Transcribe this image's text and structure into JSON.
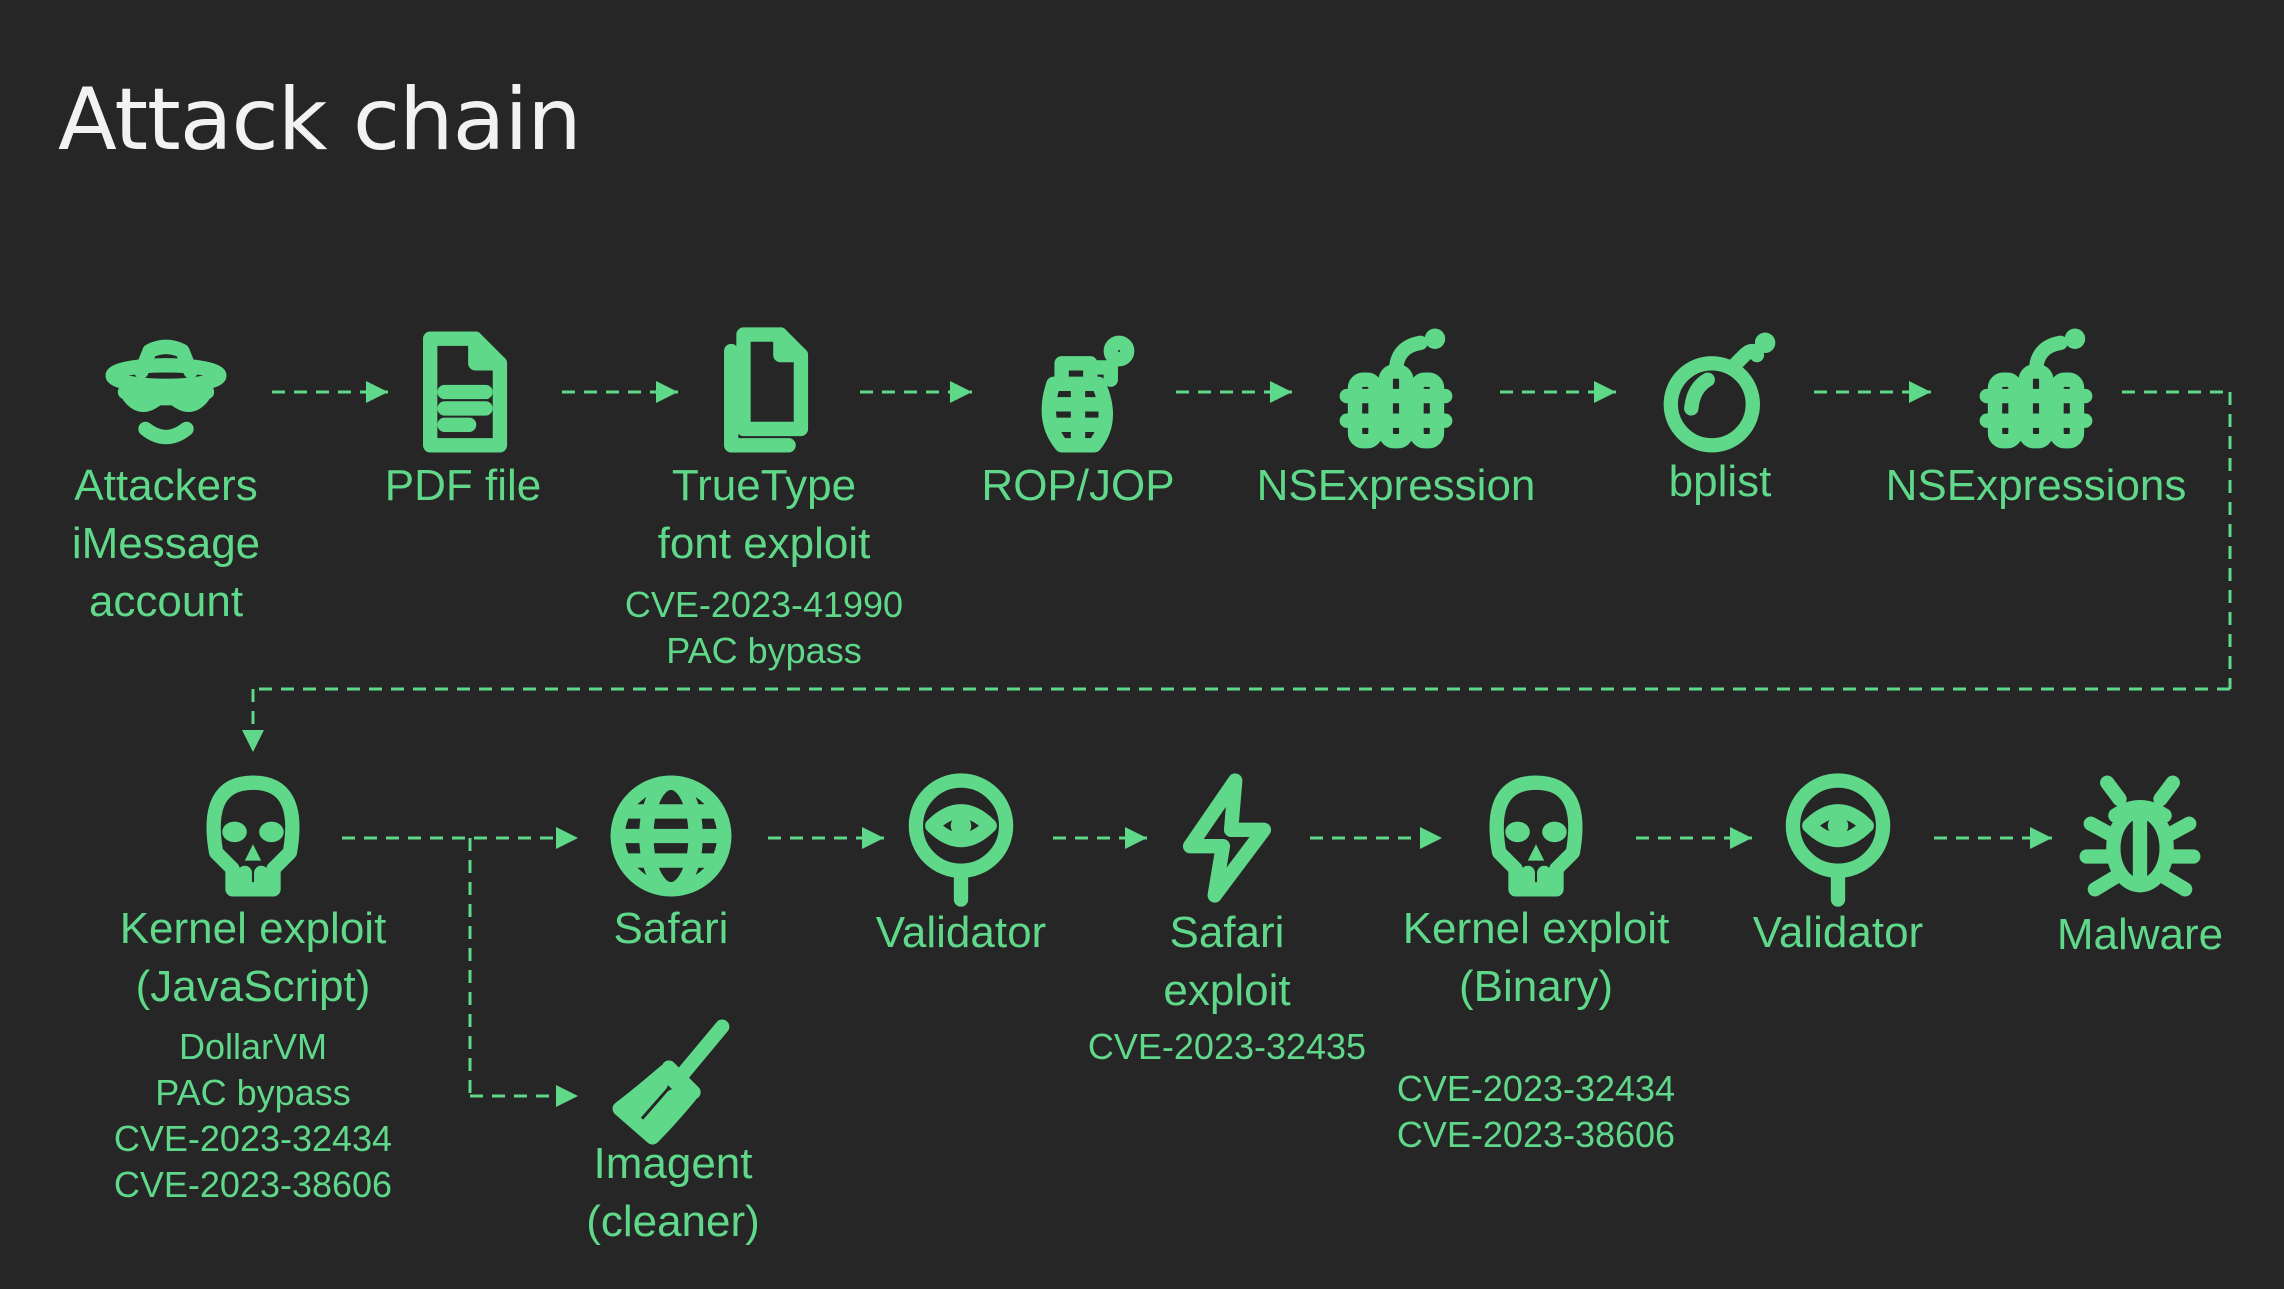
{
  "title": "Attack chain",
  "colors": {
    "background": "#262626",
    "accent": "#5fd88a",
    "title": "#f2f2f2"
  },
  "nodes": [
    {
      "id": "attacker",
      "icon": "spy-icon",
      "label": [
        "Attackers",
        "iMessage",
        "account"
      ],
      "details": []
    },
    {
      "id": "pdf",
      "icon": "document-icon",
      "label": [
        "PDF file"
      ],
      "details": []
    },
    {
      "id": "truetype",
      "icon": "files-icon",
      "label": [
        "TrueType",
        "font exploit"
      ],
      "details": [
        "CVE-2023-41990",
        "PAC bypass"
      ]
    },
    {
      "id": "ropjop",
      "icon": "grenade-icon",
      "label": [
        "ROP/JOP"
      ],
      "details": []
    },
    {
      "id": "nsexpression",
      "icon": "dynamite-icon",
      "label": [
        "NSExpression"
      ],
      "details": []
    },
    {
      "id": "bplist",
      "icon": "bomb-icon",
      "label": [
        "bplist"
      ],
      "details": []
    },
    {
      "id": "nsexpressions",
      "icon": "dynamite-icon",
      "label": [
        "NSExpressions"
      ],
      "details": []
    },
    {
      "id": "kernel-js",
      "icon": "skull-icon",
      "label": [
        "Kernel exploit",
        "(JavaScript)"
      ],
      "details": [
        "DollarVM",
        "PAC bypass",
        "CVE-2023-32434",
        "CVE-2023-38606"
      ]
    },
    {
      "id": "safari",
      "icon": "globe-icon",
      "label": [
        "Safari"
      ],
      "details": []
    },
    {
      "id": "validator-1",
      "icon": "validator-icon",
      "label": [
        "Validator"
      ],
      "details": []
    },
    {
      "id": "safari-exploit",
      "icon": "lightning-icon",
      "label": [
        "Safari",
        "exploit"
      ],
      "details": [
        "CVE-2023-32435"
      ]
    },
    {
      "id": "kernel-bin",
      "icon": "skull-icon",
      "label": [
        "Kernel exploit",
        "(Binary)"
      ],
      "details": [
        "CVE-2023-32434",
        "CVE-2023-38606"
      ]
    },
    {
      "id": "validator-2",
      "icon": "validator-icon",
      "label": [
        "Validator"
      ],
      "details": []
    },
    {
      "id": "malware",
      "icon": "bug-icon",
      "label": [
        "Malware"
      ],
      "details": []
    },
    {
      "id": "imagent",
      "icon": "broom-icon",
      "label": [
        "Imagent",
        "(cleaner)"
      ],
      "details": []
    }
  ],
  "edges": [
    [
      "attacker",
      "pdf"
    ],
    [
      "pdf",
      "truetype"
    ],
    [
      "truetype",
      "ropjop"
    ],
    [
      "ropjop",
      "nsexpression"
    ],
    [
      "nsexpression",
      "bplist"
    ],
    [
      "bplist",
      "nsexpressions"
    ],
    [
      "nsexpressions",
      "kernel-js"
    ],
    [
      "kernel-js",
      "safari"
    ],
    [
      "kernel-js",
      "imagent"
    ],
    [
      "safari",
      "validator-1"
    ],
    [
      "validator-1",
      "safari-exploit"
    ],
    [
      "safari-exploit",
      "kernel-bin"
    ],
    [
      "kernel-bin",
      "validator-2"
    ],
    [
      "validator-2",
      "malware"
    ]
  ]
}
